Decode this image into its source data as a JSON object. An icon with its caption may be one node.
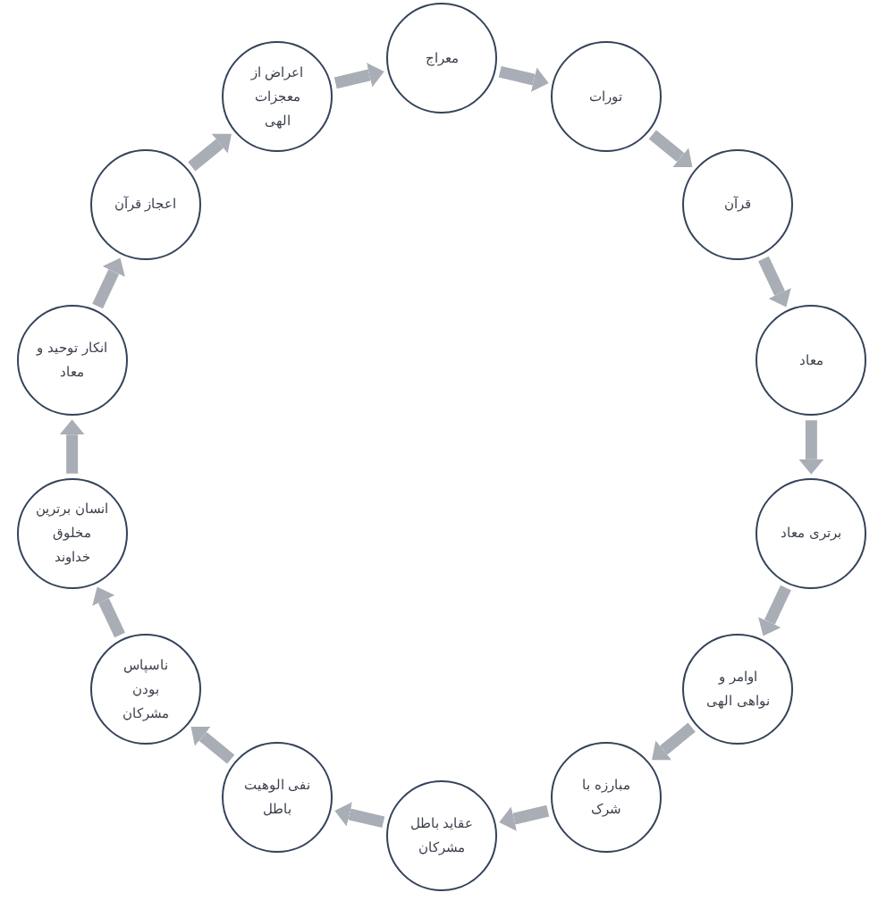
{
  "diagram": {
    "nodes": [
      {
        "text": [
          "معراج"
        ]
      },
      {
        "text": [
          "تورات"
        ]
      },
      {
        "text": [
          "قرآن"
        ]
      },
      {
        "text": [
          "معاد"
        ]
      },
      {
        "text": [
          "برتری معاد"
        ]
      },
      {
        "text": [
          "اوامر و نواهی الهی"
        ]
      },
      {
        "text": [
          "مبارزه با شرک"
        ]
      },
      {
        "text": [
          "عقاید باطل مشرکان"
        ]
      },
      {
        "text": [
          "نفی الوهیت باطل"
        ]
      },
      {
        "text": [
          "ناسپاس بودن مشرکان"
        ]
      },
      {
        "text": [
          "انسان برترین مخلوق خداوند"
        ]
      },
      {
        "text": [
          "انکار توحید و معاد"
        ]
      },
      {
        "text": [
          "اعجاز قرآن"
        ]
      },
      {
        "text": [
          "اعراض از معجزات الهی"
        ]
      }
    ],
    "edges": [
      {
        "from": 0,
        "to": 1,
        "arrow": "to"
      },
      {
        "from": 1,
        "to": 2,
        "arrow": "to"
      },
      {
        "from": 2,
        "to": 3,
        "arrow": "to"
      },
      {
        "from": 3,
        "to": 4,
        "arrow": "to"
      },
      {
        "from": 4,
        "to": 5,
        "arrow": "to"
      },
      {
        "from": 5,
        "to": 6,
        "arrow": "to"
      },
      {
        "from": 6,
        "to": 7,
        "arrow": "to"
      },
      {
        "from": 7,
        "to": 8,
        "arrow": "to"
      },
      {
        "from": 8,
        "to": 9,
        "arrow": "to"
      },
      {
        "from": 9,
        "to": 10,
        "arrow": "to"
      },
      {
        "from": 10,
        "to": 11,
        "arrow": "to"
      },
      {
        "from": 11,
        "to": 12,
        "arrow": "to"
      },
      {
        "from": 12,
        "to": 13,
        "arrow": "to"
      },
      {
        "from": 13,
        "to": 0,
        "arrow": "to"
      }
    ]
  }
}
